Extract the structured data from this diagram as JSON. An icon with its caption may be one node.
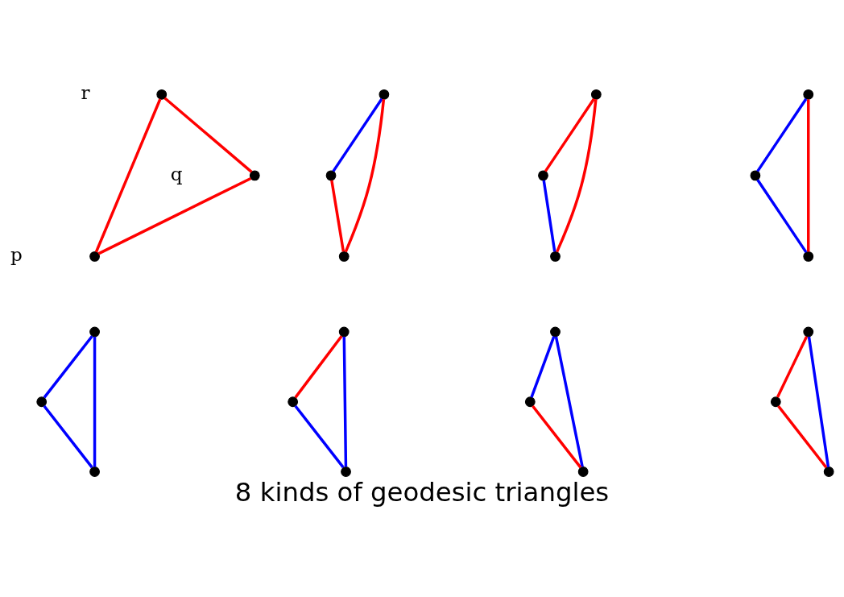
{
  "diagram": {
    "caption": "8 kinds of geodesic triangles",
    "nodes": [
      {
        "text": [],
        "shape": "circle",
        "beside": [
          "r"
        ]
      },
      {
        "text": [],
        "shape": "circle",
        "beside": [
          "q"
        ]
      },
      {
        "text": [],
        "shape": "circle",
        "beside": [
          "p"
        ]
      },
      {
        "text": [],
        "shape": "circle"
      },
      {
        "text": [],
        "shape": "circle"
      },
      {
        "text": [],
        "shape": "circle"
      },
      {
        "text": [],
        "shape": "circle"
      },
      {
        "text": [],
        "shape": "circle"
      },
      {
        "text": [],
        "shape": "circle"
      },
      {
        "text": [],
        "shape": "circle"
      },
      {
        "text": [],
        "shape": "circle"
      },
      {
        "text": [],
        "shape": "circle"
      },
      {
        "text": [],
        "shape": "circle"
      },
      {
        "text": [],
        "shape": "circle"
      },
      {
        "text": [],
        "shape": "circle"
      },
      {
        "text": [],
        "shape": "circle"
      },
      {
        "text": [],
        "shape": "circle"
      },
      {
        "text": [],
        "shape": "circle"
      },
      {
        "text": [],
        "shape": "circle"
      },
      {
        "text": [],
        "shape": "circle"
      },
      {
        "text": [],
        "shape": "circle"
      },
      {
        "text": [],
        "shape": "circle"
      },
      {
        "text": [],
        "shape": "circle"
      },
      {
        "text": [],
        "shape": "circle"
      }
    ],
    "edges": [
      {
        "from": 0,
        "to": 1,
        "arrow": "none",
        "color": "#ff0000"
      },
      {
        "from": 1,
        "to": 2,
        "arrow": "none",
        "color": "#ff0000"
      },
      {
        "from": 0,
        "to": 2,
        "arrow": "none",
        "color": "#ff0000"
      },
      {
        "from": 3,
        "to": 4,
        "arrow": "none",
        "color": "#0000ff"
      },
      {
        "from": 4,
        "to": 5,
        "arrow": "none",
        "color": "#ff0000"
      },
      {
        "from": 3,
        "to": 5,
        "arrow": "none",
        "color": "#ff0000"
      },
      {
        "from": 6,
        "to": 7,
        "arrow": "none",
        "color": "#ff0000"
      },
      {
        "from": 7,
        "to": 8,
        "arrow": "none",
        "color": "#0000ff"
      },
      {
        "from": 6,
        "to": 8,
        "arrow": "none",
        "color": "#ff0000"
      },
      {
        "from": 9,
        "to": 10,
        "arrow": "none",
        "color": "#0000ff"
      },
      {
        "from": 10,
        "to": 11,
        "arrow": "none",
        "color": "#0000ff"
      },
      {
        "from": 9,
        "to": 11,
        "arrow": "none",
        "color": "#ff0000"
      },
      {
        "from": 12,
        "to": 13,
        "arrow": "none",
        "color": "#0000ff"
      },
      {
        "from": 13,
        "to": 14,
        "arrow": "none",
        "color": "#0000ff"
      },
      {
        "from": 12,
        "to": 14,
        "arrow": "none",
        "color": "#0000ff"
      },
      {
        "from": 15,
        "to": 16,
        "arrow": "none",
        "color": "#ff0000"
      },
      {
        "from": 16,
        "to": 17,
        "arrow": "none",
        "color": "#0000ff"
      },
      {
        "from": 15,
        "to": 17,
        "arrow": "none",
        "color": "#0000ff"
      },
      {
        "from": 18,
        "to": 19,
        "arrow": "none",
        "color": "#0000ff"
      },
      {
        "from": 19,
        "to": 20,
        "arrow": "none",
        "color": "#ff0000"
      },
      {
        "from": 18,
        "to": 20,
        "arrow": "none",
        "color": "#0000ff"
      },
      {
        "from": 21,
        "to": 22,
        "arrow": "none",
        "color": "#ff0000"
      },
      {
        "from": 22,
        "to": 23,
        "arrow": "none",
        "color": "#ff0000"
      },
      {
        "from": 21,
        "to": 23,
        "arrow": "none",
        "color": "#0000ff"
      }
    ]
  }
}
